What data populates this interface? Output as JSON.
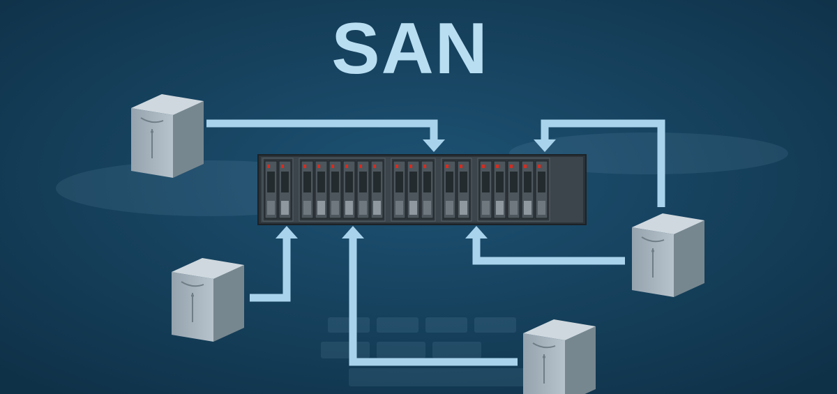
{
  "title": "SAN",
  "colors": {
    "background": "#14405a",
    "title": "#b9def2",
    "arrow": "#a9d3ec",
    "server_front": "#a7b4bf",
    "server_side": "#75848f",
    "server_top": "#cdd5dc",
    "array_frame": "#39434a",
    "drive": "#4a5358",
    "led": "#d92b1e"
  },
  "diagram": {
    "nodes": [
      {
        "id": "server-top-left",
        "type": "server",
        "icon": "server-tower-icon"
      },
      {
        "id": "server-bottom-left",
        "type": "server",
        "icon": "server-tower-icon"
      },
      {
        "id": "server-right",
        "type": "server",
        "icon": "server-tower-icon"
      },
      {
        "id": "server-bottom-center",
        "type": "server",
        "icon": "server-tower-icon"
      },
      {
        "id": "storage-array",
        "type": "disk-array",
        "icon": "storage-array-icon",
        "drive_groups": [
          2,
          6,
          3,
          2,
          5
        ]
      }
    ],
    "edges": [
      {
        "from": "server-top-left",
        "to": "storage-array"
      },
      {
        "from": "server-right",
        "to": "storage-array"
      },
      {
        "from": "server-bottom-left",
        "to": "storage-array"
      },
      {
        "from": "server-bottom-center",
        "to": "storage-array"
      },
      {
        "from": "server-right",
        "to": "storage-array"
      }
    ]
  }
}
